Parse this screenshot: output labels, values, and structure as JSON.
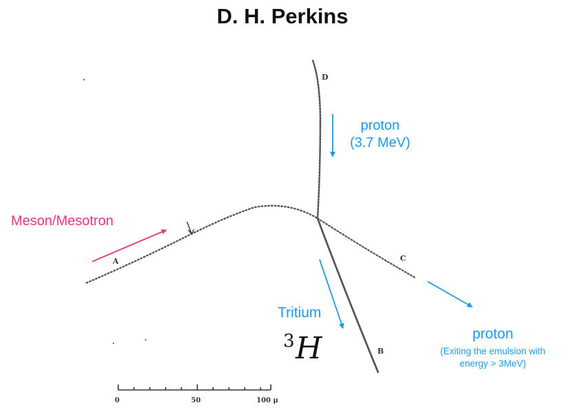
{
  "title": "D. H. Perkins",
  "labels": {
    "meson": "Meson/Mesotron",
    "proton_d": "proton",
    "proton_d_energy": "(3.7 MeV)",
    "tritium": "Tritium",
    "tritium_symbol": "H",
    "tritium_mass_number": "3",
    "proton_c": "proton",
    "proton_c_note_1": "(Exiting the emulsion with",
    "proton_c_note_2": "energy > 3MeV)"
  },
  "tracks": {
    "a": "A",
    "b": "B",
    "c": "C",
    "d": "D"
  },
  "scale": {
    "zero": "0",
    "fifty": "50",
    "hundred": "100 μ"
  },
  "colors": {
    "annotation_blue": "#1e9be0",
    "annotation_pink": "#e8377f",
    "track_gray": "#555555"
  }
}
